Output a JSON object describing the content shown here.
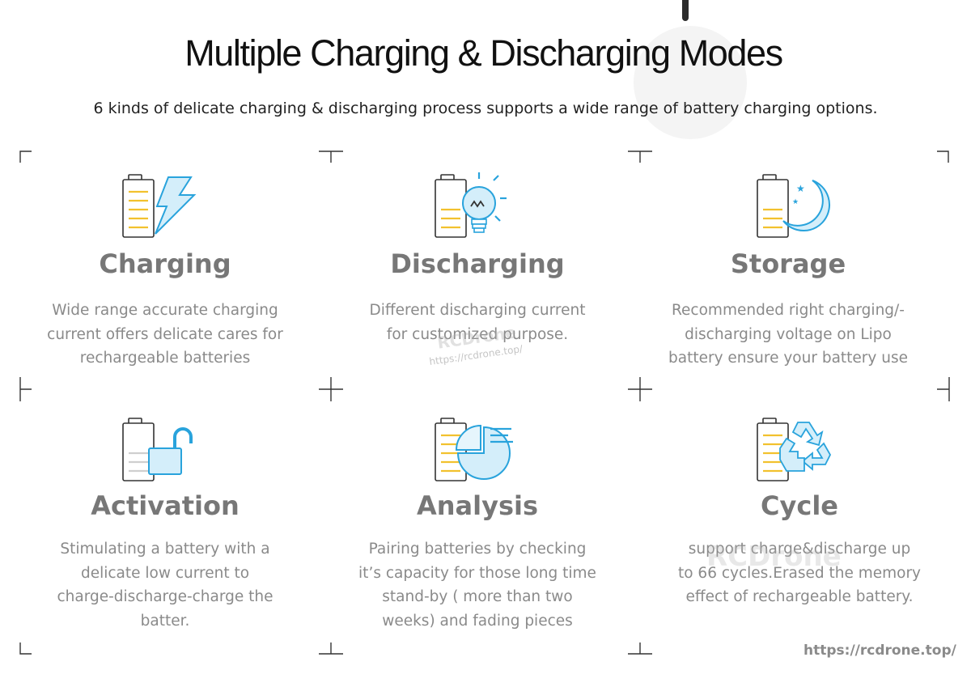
{
  "page": {
    "title": "Multiple Charging & Discharging Modes",
    "subtitle": "6 kinds of delicate charging & discharging process supports a wide range of battery charging options."
  },
  "modes": [
    {
      "heading": "Charging",
      "icon": "battery-lightning-icon",
      "lines": [
        "Wide range accurate charging",
        "current offers delicate cares for",
        "rechargeable batteries"
      ]
    },
    {
      "heading": "Discharging",
      "icon": "battery-lightbulb-icon",
      "lines": [
        "Different discharging current",
        "for customized purpose."
      ]
    },
    {
      "heading": "Storage",
      "icon": "battery-moon-icon",
      "lines": [
        "Recommended right charging/-",
        "discharging voltage on Lipo",
        "battery ensure your battery use"
      ]
    },
    {
      "heading": "Activation",
      "icon": "battery-unlock-icon",
      "lines": [
        "Stimulating a battery with a",
        "delicate low current to",
        "charge-discharge-charge the",
        "batter."
      ]
    },
    {
      "heading": "Analysis",
      "icon": "battery-pie-chart-icon",
      "lines": [
        "Pairing batteries by checking",
        "it’s capacity for those long time",
        "stand-by  ( more than two",
        "weeks) and fading pieces"
      ]
    },
    {
      "heading": "Cycle",
      "icon": "battery-recycle-icon",
      "lines": [
        "support charge&discharge  up",
        "to 66 cycles.Erased the memory",
        "effect of rechargeable battery."
      ]
    }
  ],
  "watermarks": {
    "brand_center": "RCDrone",
    "url_center": "https://rcdrone.top/",
    "brand_right": "RCDrone",
    "url_footer": "https://rcdrone.top/"
  },
  "colors": {
    "accent_blue": "#29a3dc",
    "accent_fill": "#d4eefa",
    "battery_yellow": "#f2c12e",
    "heading_gray": "#777777",
    "text_gray": "#8a8a8a"
  }
}
